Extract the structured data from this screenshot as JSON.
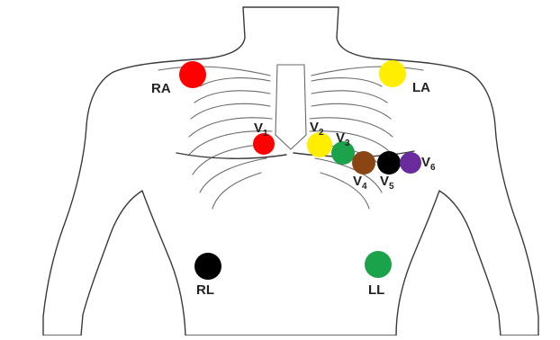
{
  "diagram": {
    "body_fill": "#e8e8e8",
    "outline_color": "#3a3a3a",
    "electrodes": [
      {
        "id": "RA",
        "label": "RA",
        "sub": "",
        "color": "#ff0000"
      },
      {
        "id": "LA",
        "label": "LA",
        "sub": "",
        "color": "#ffee00"
      },
      {
        "id": "V1",
        "label": "V",
        "sub": "1",
        "color": "#ff0000"
      },
      {
        "id": "V2",
        "label": "V",
        "sub": "2",
        "color": "#ffee00"
      },
      {
        "id": "V3",
        "label": "V",
        "sub": "3",
        "color": "#1aa34a"
      },
      {
        "id": "V4",
        "label": "V",
        "sub": "4",
        "color": "#8b4513"
      },
      {
        "id": "V5",
        "label": "V",
        "sub": "5",
        "color": "#000000"
      },
      {
        "id": "V6",
        "label": "V",
        "sub": "6",
        "color": "#6a2c9c"
      },
      {
        "id": "RL",
        "label": "RL",
        "sub": "",
        "color": "#000000"
      },
      {
        "id": "LL",
        "label": "LL",
        "sub": "",
        "color": "#1aa34a"
      }
    ]
  }
}
